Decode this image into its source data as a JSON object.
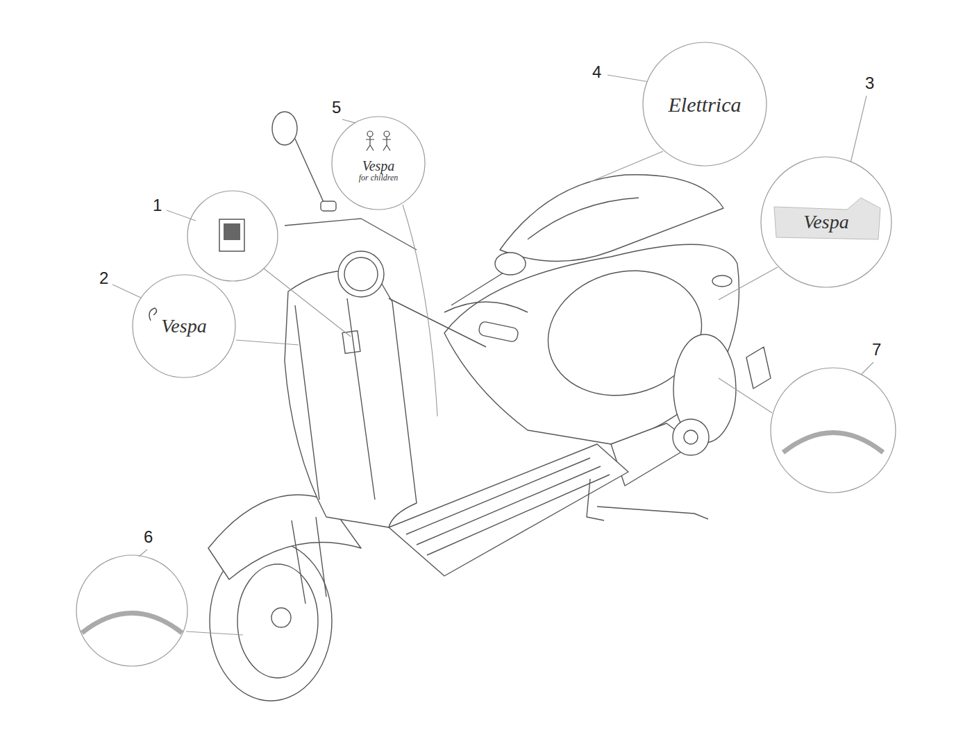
{
  "diagram": {
    "nodes": [
      {
        "text": [
          "Elettrica"
        ]
      },
      {
        "text": [
          "Vespa",
          "for children"
        ]
      },
      {
        "text": [
          "Vespa"
        ]
      },
      {
        "text": [
          "Vespa"
        ]
      }
    ],
    "labels": [
      "1",
      "2",
      "3",
      "4",
      "5",
      "6",
      "7"
    ]
  }
}
